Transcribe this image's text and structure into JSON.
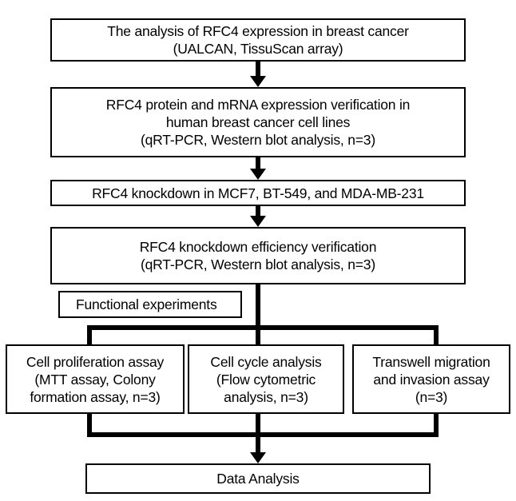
{
  "steps": {
    "s1": {
      "line1": "The analysis of RFC4 expression in breast cancer",
      "line2": "(UALCAN, TissuScan array)"
    },
    "s2": {
      "line1": "RFC4 protein and mRNA expression verification in",
      "line2": "human breast cancer cell lines",
      "line3": "(qRT-PCR, Western blot analysis, n=3)"
    },
    "s3": {
      "line1": "RFC4 knockdown in MCF7, BT-549, and MDA-MB-231"
    },
    "s4": {
      "line1": "RFC4 knockdown efficiency verification",
      "line2": "(qRT-PCR, Western blot analysis, n=3)"
    },
    "functional": {
      "label": "Functional experiments"
    },
    "b1": {
      "line1": "Cell proliferation assay",
      "line2": "(MTT assay, Colony",
      "line3": "formation assay, n=3)"
    },
    "b2": {
      "line1": "Cell cycle analysis",
      "line2": "(Flow cytometric",
      "line3": "analysis, n=3)"
    },
    "b3": {
      "line1": "Transwell migration",
      "line2": "and invasion assay",
      "line3": "(n=3)"
    },
    "final": {
      "label": "Data Analysis"
    }
  }
}
